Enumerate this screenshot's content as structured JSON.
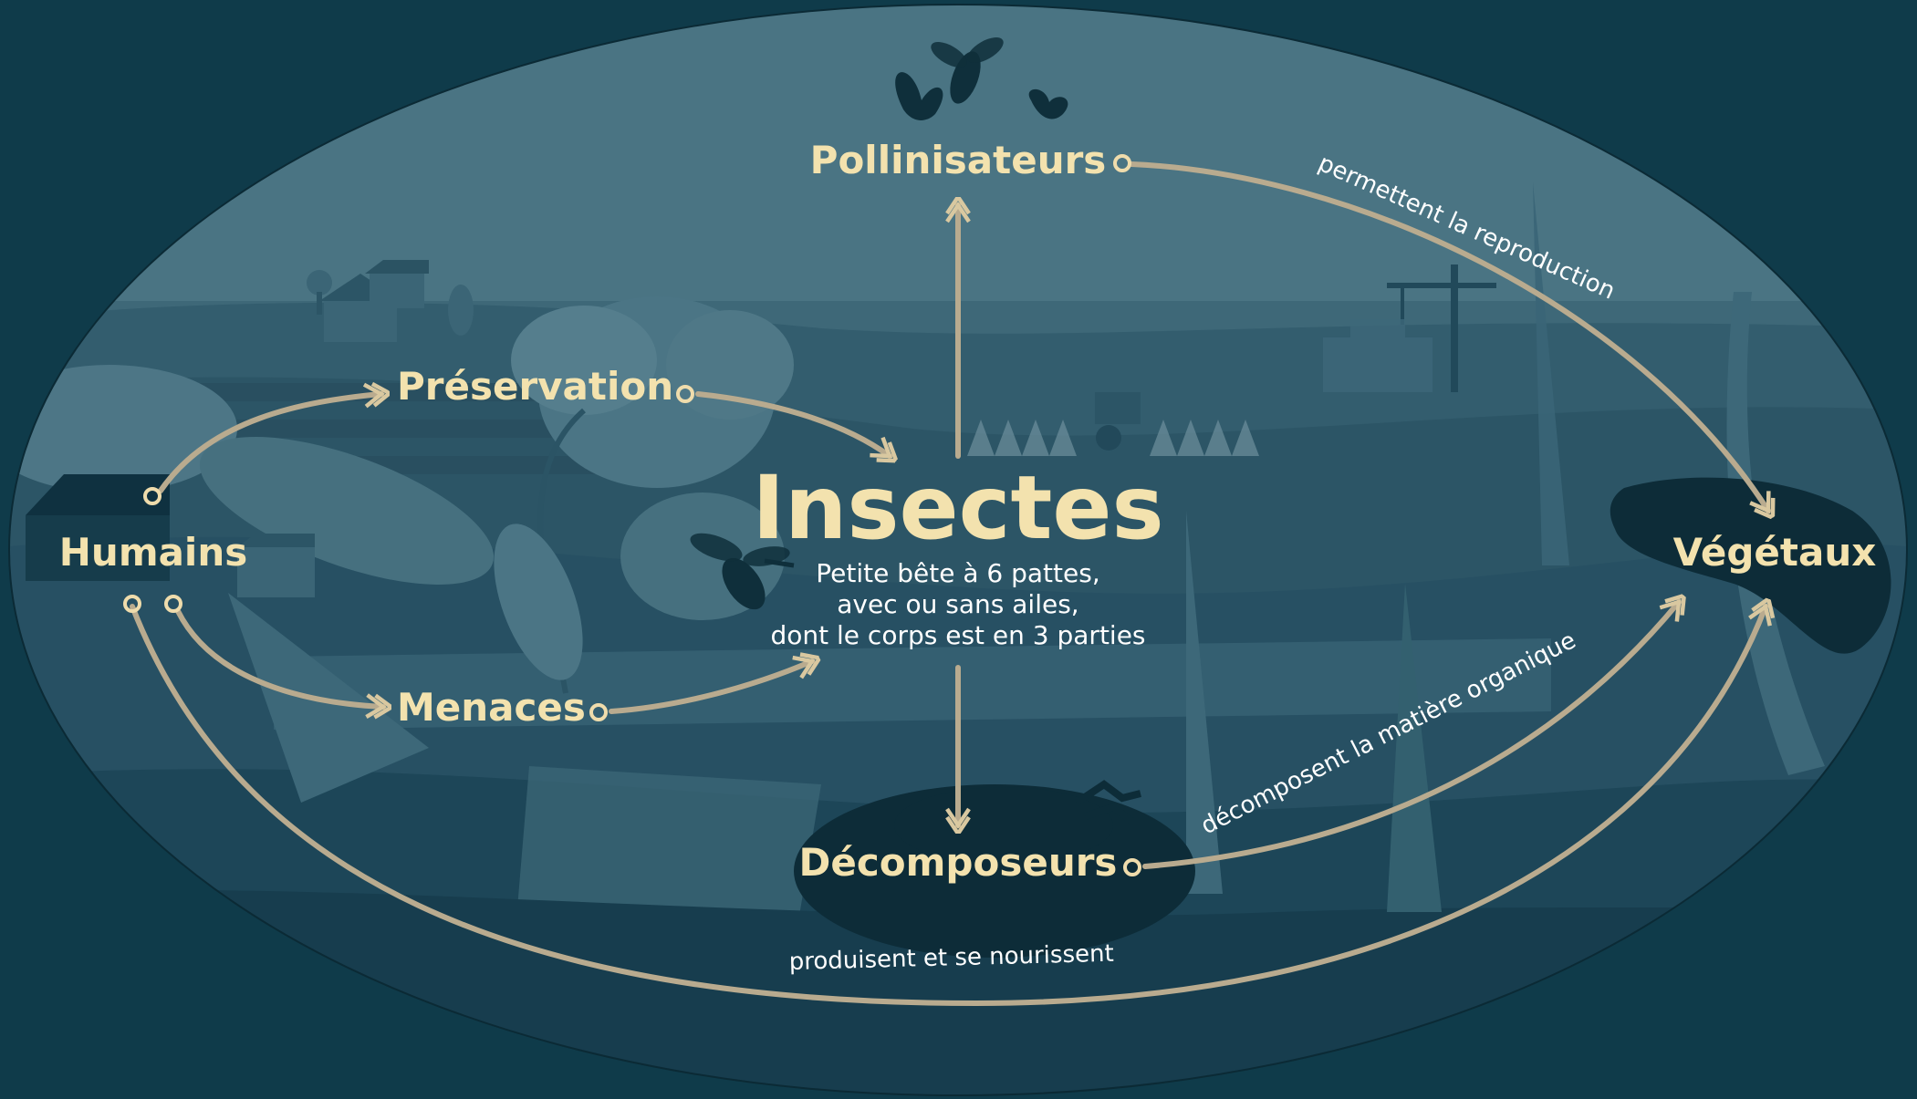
{
  "center": {
    "title": "Insectes",
    "description": [
      "Petite bête à 6 pattes,",
      "avec ou sans ailes,",
      "dont le corps est en 3 parties"
    ]
  },
  "nodes": {
    "pollinisateurs": "Pollinisateurs",
    "preservation": "Préservation",
    "humains": "Humains",
    "menaces": "Menaces",
    "decomposeurs": "Décomposeurs",
    "vegetaux": "Végétaux"
  },
  "edges": {
    "pollinisateurs_vegetaux": "permettent la reproduction",
    "decomposeurs_vegetaux": "décomposent la matière organique",
    "humains_vegetaux": "produisent et se nourissent"
  },
  "colors": {
    "background": "#0f3b4a",
    "label": "#f3e2ae",
    "arrow": "#b9ab8f",
    "text": "#ffffff"
  },
  "icons": [
    "butterfly-icon",
    "bee-icon",
    "fly-icon",
    "beetle-icon",
    "house-icon",
    "crane-icon"
  ]
}
